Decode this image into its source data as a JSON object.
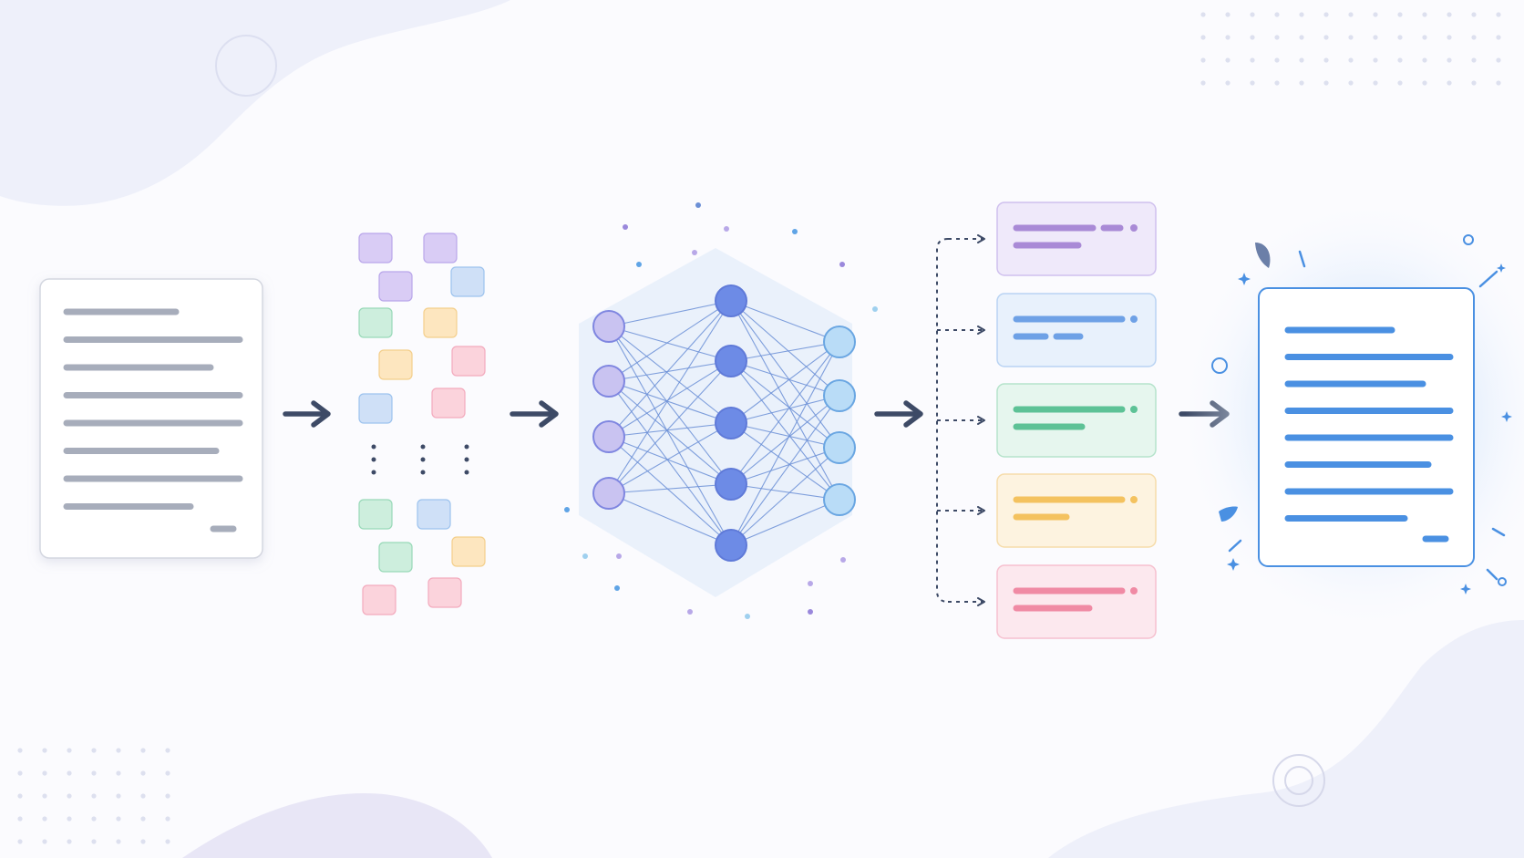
{
  "diagram": {
    "stages": [
      {
        "id": "input-document",
        "kind": "document",
        "text_line_count": 8
      },
      {
        "id": "tokens",
        "kind": "token-grid",
        "token_colors": [
          "#d9ccf5",
          "#cfe0f7",
          "#cdeedd",
          "#fde6bf",
          "#fbd3dc"
        ]
      },
      {
        "id": "neural-network",
        "kind": "network",
        "layers": [
          4,
          5,
          4
        ]
      },
      {
        "id": "output-branches",
        "kind": "branches",
        "count": 5
      },
      {
        "id": "output-document",
        "kind": "document",
        "text_line_count": 8,
        "highlighted": true
      }
    ],
    "flow_arrow_count": 4,
    "branches": [
      {
        "color": "#a98ad6",
        "fill": "#efe9fa",
        "border": "#cfc0ee"
      },
      {
        "color": "#6ea1e6",
        "fill": "#e8f1fc",
        "border": "#b9d3f3"
      },
      {
        "color": "#5dc296",
        "fill": "#e6f6ee",
        "border": "#b5e3cb"
      },
      {
        "color": "#f4c25f",
        "fill": "#fdf3e0",
        "border": "#f6dcaa"
      },
      {
        "color": "#f08aa4",
        "fill": "#fce8ee",
        "border": "#f6c0cf"
      }
    ]
  },
  "colors": {
    "arrow": "#3d4a66",
    "input_lines": "#a7adbb",
    "output_lines": "#4a90e2",
    "output_border": "#4a90e2",
    "network_edge": "#6b8fd6",
    "node_input": "#c9c3f1",
    "node_hidden": "#6d8be6",
    "node_output": "#b9dcf7",
    "node_stroke": "#6b7fe0",
    "glow": "#dbe9fb",
    "blob": "#eef0fa",
    "background": "#fbfbfe"
  }
}
